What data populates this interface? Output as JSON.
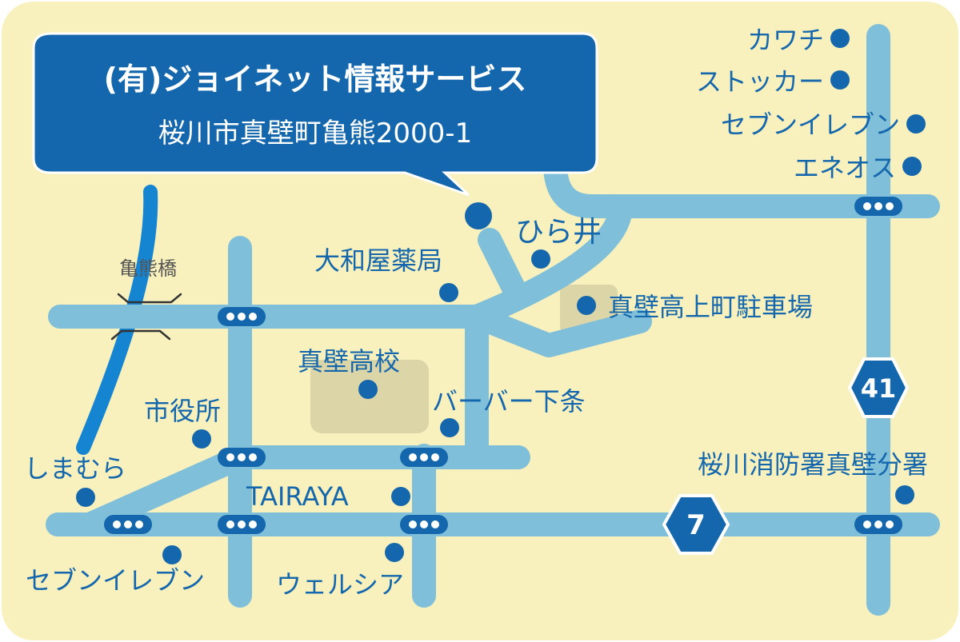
{
  "header": {
    "company": "(有)ジョイネット情報サービス",
    "address": "桜川市真壁町亀熊2000-1"
  },
  "landmarks": {
    "bridge": "亀熊橋",
    "hiraI": "ひら井",
    "yamatoya": "大和屋薬局",
    "parking": "真壁高上町駐車場",
    "school": "真壁高校",
    "barber": "バーバー下条",
    "cityhall": "市役所",
    "shimamura": "しまむら",
    "tairaya": "TAIRAYA",
    "seven_sw": "セブンイレブン",
    "welcia": "ウェルシア",
    "kawachi": "カワチ",
    "stocker": "ストッカー",
    "seven_ne": "セブンイレブン",
    "eneos": "エネオス",
    "firestation": "桜川消防署真壁分署"
  },
  "routes": {
    "route41": "41",
    "route7": "7"
  },
  "colors": {
    "background": "#f8f1bd",
    "road": "#7fbfd9",
    "river": "#1584d1",
    "accent": "#1467ac",
    "area": "#dcd5a8"
  }
}
